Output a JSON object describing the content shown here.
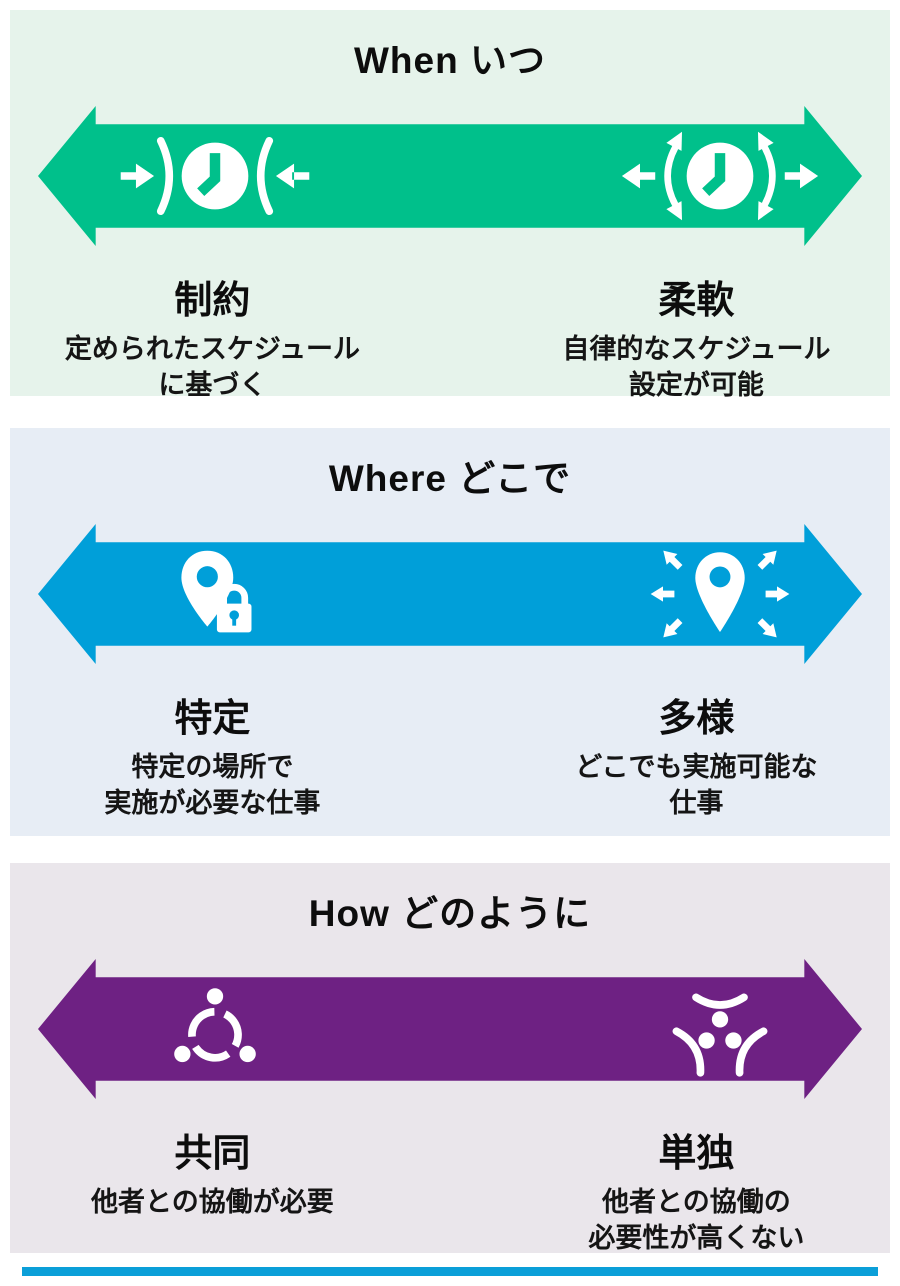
{
  "page": {
    "background": "#ffffff"
  },
  "panels": [
    {
      "id": "when",
      "title": "When いつ",
      "panel_bg": "#e6f3eb",
      "arrow_color": "#00c08b",
      "left": {
        "icon": "clock-compress-icon",
        "label": "制約",
        "desc": "定められたスケジュール\nに基づく"
      },
      "right": {
        "icon": "clock-expand-icon",
        "label": "柔軟",
        "desc": "自律的なスケジュール\n設定が可能"
      }
    },
    {
      "id": "where",
      "title": "Where どこで",
      "panel_bg": "#e7edf5",
      "arrow_color": "#009fd9",
      "left": {
        "icon": "pin-lock-icon",
        "label": "特定",
        "desc": "特定の場所で\n実施が必要な仕事"
      },
      "right": {
        "icon": "pin-multi-location-icon",
        "label": "多様",
        "desc": "どこでも実施可能な\n仕事"
      }
    },
    {
      "id": "how",
      "title": "How どのように",
      "panel_bg": "#eae6eb",
      "arrow_color": "#6e2183",
      "left": {
        "icon": "people-group-icon",
        "label": "共同",
        "desc": "他者との協働が必要"
      },
      "right": {
        "icon": "person-solo-icon",
        "label": "単独",
        "desc": "他者との協働の\n必要性が高くない"
      }
    }
  ],
  "partial_next_section": {
    "bar_color": "#0b9fd8"
  }
}
